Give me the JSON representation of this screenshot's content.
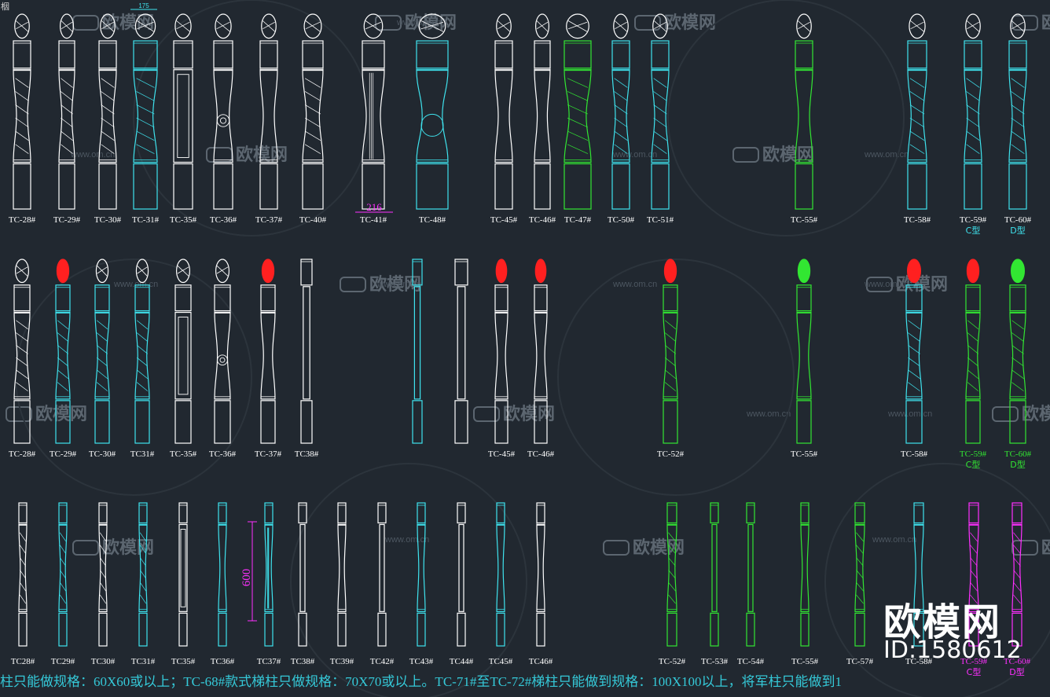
{
  "corner_text": "栶",
  "watermarks": {
    "text": "欧模网",
    "url": "www.om.cn"
  },
  "brand": {
    "name": "欧模网",
    "id": "ID:1580612"
  },
  "bottom_note": "柱只能做规格：60X60或以上；TC-68#款式梯柱只做规格：70X70或以上。TC-71#至TC-72#梯柱只能做到规格：100X100以上，将军柱只能做到1",
  "colors": {
    "background": "#212830",
    "white": "#ffffff",
    "cyan": "#3fe3ee",
    "green": "#32e632",
    "red": "#ff2020",
    "magenta": "#ff30ff",
    "note": "#35c9d8"
  },
  "dimensions": {
    "top_width": "175",
    "bottom_width": "216",
    "height": "600"
  },
  "rows": [
    {
      "items": [
        {
          "label": "TC-28#",
          "color": "#ffffff",
          "style": "twist"
        },
        {
          "label": "TC-29#",
          "color": "#ffffff",
          "style": "twist"
        },
        {
          "label": "TC-30#",
          "color": "#ffffff",
          "style": "carved"
        },
        {
          "label": "TC-31#",
          "color": "#3fe3ee",
          "style": "ornate"
        },
        {
          "label": "TC-35#",
          "color": "#ffffff",
          "style": "panel"
        },
        {
          "label": "TC-36#",
          "color": "#ffffff",
          "style": "rosette"
        },
        {
          "label": "TC-37#",
          "color": "#ffffff",
          "style": "turned"
        },
        {
          "label": "TC-40#",
          "color": "#ffffff",
          "style": "carved"
        },
        {
          "label": "TC-41#",
          "color": "#ffffff",
          "style": "fluted"
        },
        {
          "label": "TC-48#",
          "color": "#3fe3ee",
          "style": "scroll"
        },
        {
          "label": "TC-45#",
          "color": "#ffffff",
          "style": "turned"
        },
        {
          "label": "TC-46#",
          "color": "#ffffff",
          "style": "turned"
        },
        {
          "label": "TC-47#",
          "color": "#32e632",
          "style": "ornate"
        },
        {
          "label": "TC-50#",
          "color": "#3fe3ee",
          "style": "ornate"
        },
        {
          "label": "TC-51#",
          "color": "#3fe3ee",
          "style": "ornate"
        },
        {
          "label": "TC-55#",
          "color": "#32e632",
          "style": "turned"
        },
        {
          "label": "TC-58#",
          "color": "#3fe3ee",
          "style": "carved"
        },
        {
          "label": "TC-59#",
          "sub": "C型",
          "color": "#3fe3ee",
          "style": "twist"
        },
        {
          "label": "TC-60#",
          "sub": "D型",
          "color": "#3fe3ee",
          "style": "carved"
        }
      ]
    },
    {
      "items": [
        {
          "label": "TC-28#",
          "color": "#ffffff",
          "style": "twist",
          "cap": "white"
        },
        {
          "label": "TC-29#",
          "color": "#3fe3ee",
          "style": "twist",
          "cap": "red"
        },
        {
          "label": "TC-30#",
          "color": "#3fe3ee",
          "style": "carved",
          "cap": "white"
        },
        {
          "label": "TC31#",
          "color": "#3fe3ee",
          "style": "carved",
          "cap": "white"
        },
        {
          "label": "TC-35#",
          "color": "#ffffff",
          "style": "panel",
          "cap": "white"
        },
        {
          "label": "TC-36#",
          "color": "#ffffff",
          "style": "rosette",
          "cap": "white"
        },
        {
          "label": "TC-37#",
          "color": "#ffffff",
          "style": "turned",
          "cap": "red"
        },
        {
          "label": "TC38#",
          "color": "#ffffff",
          "style": "plain",
          "cap": "none"
        },
        {
          "label": "",
          "color": "#3fe3ee",
          "style": "plain",
          "cap": "none"
        },
        {
          "label": "",
          "color": "#ffffff",
          "style": "plain",
          "cap": "none"
        },
        {
          "label": "TC-45#",
          "color": "#ffffff",
          "style": "turned",
          "cap": "red"
        },
        {
          "label": "TC-46#",
          "color": "#ffffff",
          "style": "turned",
          "cap": "red"
        },
        {
          "label": "TC-52#",
          "color": "#32e632",
          "style": "carved",
          "cap": "red"
        },
        {
          "label": "TC-55#",
          "color": "#32e632",
          "style": "turned",
          "cap": "green"
        },
        {
          "label": "TC-58#",
          "color": "#3fe3ee",
          "style": "carved",
          "cap": "red"
        },
        {
          "label": "TC-59#",
          "sub": "C型",
          "color": "#32e632",
          "style": "twist",
          "cap": "red"
        },
        {
          "label": "TC-60#",
          "sub": "D型",
          "color": "#32e632",
          "style": "carved",
          "cap": "green"
        }
      ]
    },
    {
      "items": [
        {
          "label": "TC28#",
          "color": "#ffffff",
          "style": "twist"
        },
        {
          "label": "TC29#",
          "color": "#3fe3ee",
          "style": "twist"
        },
        {
          "label": "TC30#",
          "color": "#ffffff",
          "style": "carved"
        },
        {
          "label": "TC31#",
          "color": "#3fe3ee",
          "style": "carved"
        },
        {
          "label": "TC35#",
          "color": "#ffffff",
          "style": "panel"
        },
        {
          "label": "TC36#",
          "color": "#3fe3ee",
          "style": "turned"
        },
        {
          "label": "TC37#",
          "color": "#3fe3ee",
          "style": "fluted"
        },
        {
          "label": "TC38#",
          "color": "#ffffff",
          "style": "plain"
        },
        {
          "label": "TC39#",
          "color": "#ffffff",
          "style": "turned"
        },
        {
          "label": "TC42#",
          "color": "#ffffff",
          "style": "plain"
        },
        {
          "label": "TC43#",
          "color": "#3fe3ee",
          "style": "turned"
        },
        {
          "label": "TC44#",
          "color": "#ffffff",
          "style": "plain"
        },
        {
          "label": "TC45#",
          "color": "#3fe3ee",
          "style": "turned"
        },
        {
          "label": "TC46#",
          "color": "#ffffff",
          "style": "turned"
        },
        {
          "label": "TC-52#",
          "color": "#32e632",
          "style": "carved"
        },
        {
          "label": "TC-53#",
          "color": "#32e632",
          "style": "plain"
        },
        {
          "label": "TC-54#",
          "color": "#32e632",
          "style": "plain"
        },
        {
          "label": "TC-55#",
          "color": "#32e632",
          "style": "turned"
        },
        {
          "label": "TC-57#",
          "color": "#32e632",
          "style": "carved"
        },
        {
          "label": "TC-58#",
          "color": "#3fe3ee",
          "style": "turned"
        },
        {
          "label": "TC-59#",
          "sub": "C型",
          "color": "#ff30ff",
          "style": "twist"
        },
        {
          "label": "TC-60#",
          "sub": "D型",
          "color": "#ff30ff",
          "style": "carved"
        }
      ]
    }
  ]
}
